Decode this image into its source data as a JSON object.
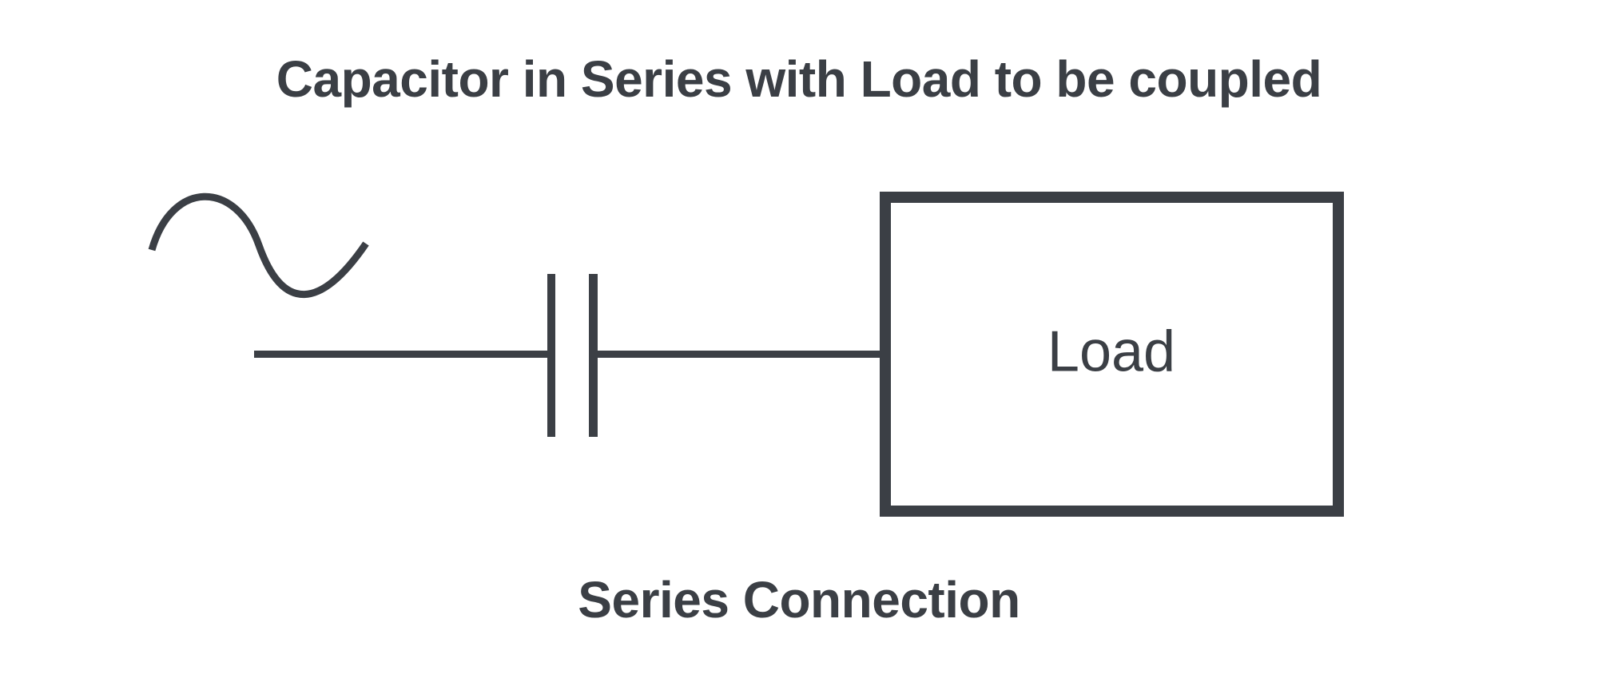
{
  "title": "Capacitor in Series with Load to be coupled",
  "caption": "Series Connection",
  "colors": {
    "ink": "#3b3f45",
    "background": "#ffffff"
  },
  "diagram": {
    "components": [
      {
        "name": "ac-source",
        "icon": "sine-wave-icon",
        "label": ""
      },
      {
        "name": "series-capacitor",
        "icon": "capacitor-plates-icon",
        "label": ""
      },
      {
        "name": "load",
        "icon": "load-box",
        "label": "Load"
      }
    ],
    "load_label": "Load",
    "connection_type": "series"
  }
}
